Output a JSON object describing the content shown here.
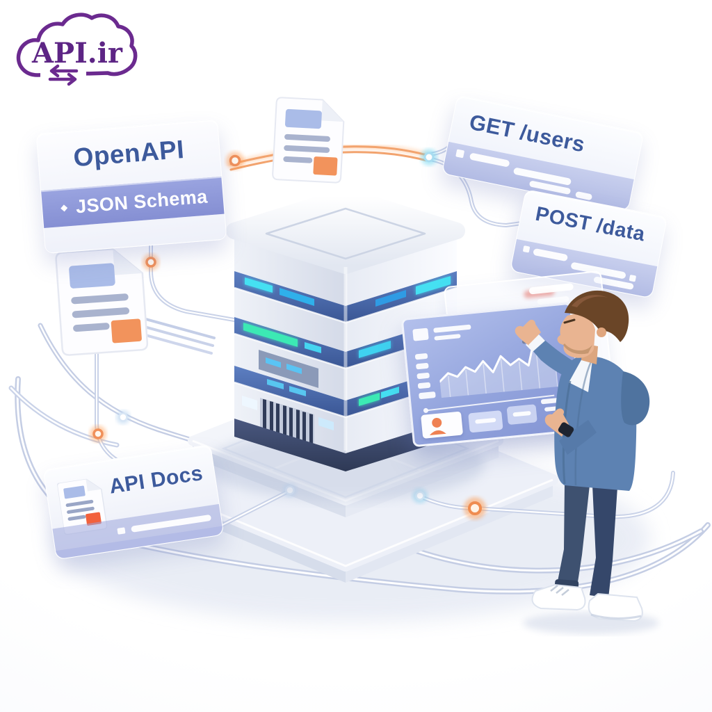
{
  "colors": {
    "brand_purple": "#6b2a8f",
    "card_text_blue": "#3d5a9c",
    "band_lavender": "#99a3de",
    "accent_orange": "#f0875a",
    "led_cyan": "#45e0f2",
    "led_green": "#3ce9b4",
    "panel_blue": "#93a4dd",
    "jacket_blue": "#5d82b2",
    "pants_navy": "#3e5170"
  },
  "logo": {
    "text": "API.ir"
  },
  "cards": {
    "openapi": {
      "title": "OpenAPI",
      "bullet": "◆",
      "subtitle": "JSON Schema"
    },
    "get_users": {
      "title": "GET /users"
    },
    "post_data": {
      "title": "POST /data"
    },
    "api_docs": {
      "title": "API Docs"
    }
  },
  "dashboard": {
    "spark": [
      30,
      44,
      36,
      52,
      42,
      60,
      38,
      66,
      48,
      58,
      44,
      96,
      64,
      58
    ]
  }
}
